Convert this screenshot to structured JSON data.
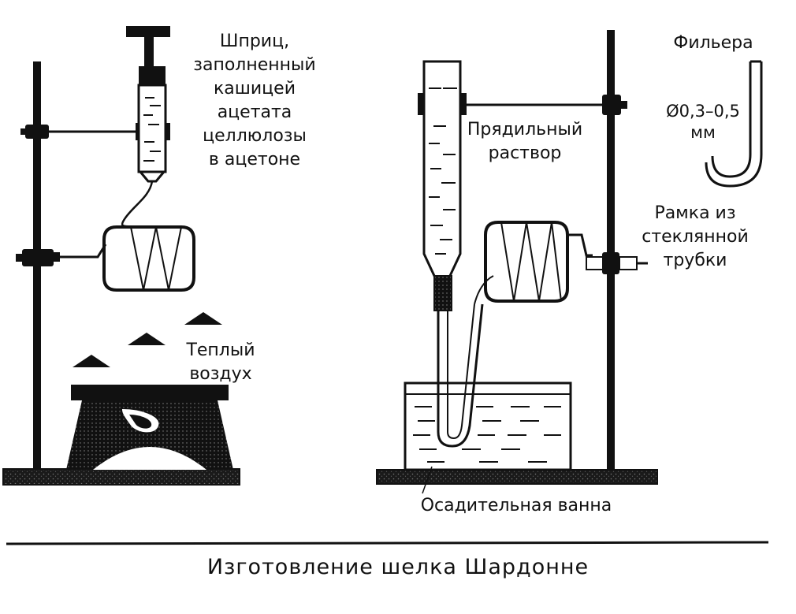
{
  "labels": {
    "syringe": [
      "Шприц,",
      "заполненный",
      "кашицей",
      "ацетата",
      "целлюлозы",
      "в ацетоне"
    ],
    "warm_air": [
      "Теплый",
      "воздух"
    ],
    "spinning_solution": [
      "Прядильный",
      "раствор"
    ],
    "spinneret_title": "Фильера",
    "spinneret_size": [
      "Ø0,3–0,5",
      "мм"
    ],
    "glass_frame": [
      "Рамка из",
      "стеклянной",
      "трубки"
    ],
    "precipitation_bath": "Осадительная ванна"
  },
  "caption": "Изготовление шелка Шардонне",
  "colors": {
    "ink": "#111111",
    "paper": "#ffffff"
  }
}
